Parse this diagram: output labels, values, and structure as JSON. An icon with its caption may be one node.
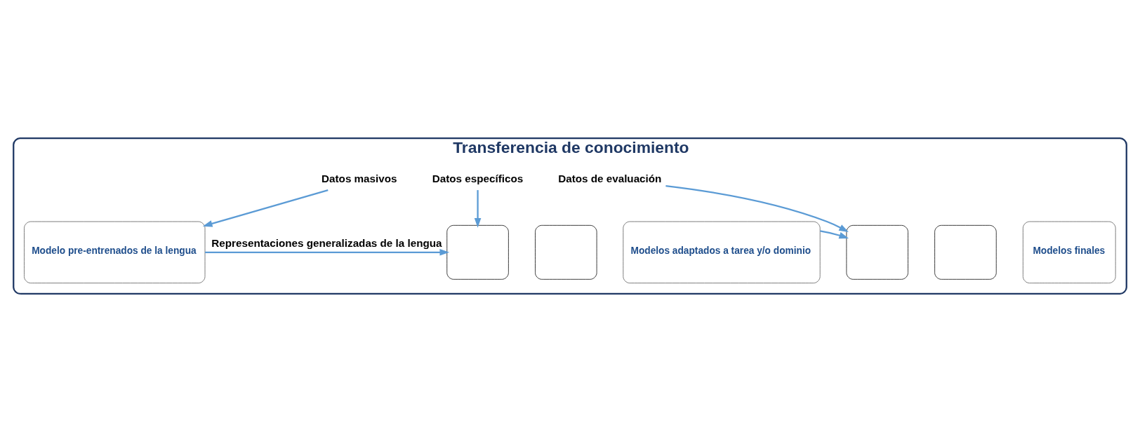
{
  "diagram": {
    "nodes": [
      {
        "text": [
          "Transferencia de conocimiento"
        ]
      },
      {
        "text": [
          "Datos masivos"
        ],
        "in": 0
      },
      {
        "text": [
          "Modelo pre-entrenados de la lengua"
        ],
        "in": 0
      },
      {
        "text": [
          "Datos específicos"
        ],
        "in": 0
      },
      {
        "text": [],
        "shape": "box",
        "in": 0
      },
      {
        "text": [],
        "shape": "box",
        "in": 0
      },
      {
        "text": [
          "Modelos adaptados a tarea y/o dominio"
        ],
        "in": 0
      },
      {
        "text": [
          "Datos de evaluación"
        ],
        "in": 0
      },
      {
        "text": [],
        "shape": "box",
        "in": 0
      },
      {
        "text": [],
        "shape": "box",
        "in": 0
      },
      {
        "text": [
          "Modelos finales"
        ],
        "in": 0
      }
    ],
    "edges": [
      {
        "from": 1,
        "to": 2,
        "arrow": "to"
      },
      {
        "from": 2,
        "to": 4,
        "arrow": "to",
        "label": "Representaciones generalizadas de la lengua"
      },
      {
        "from": 3,
        "to": 4,
        "arrow": "to"
      },
      {
        "from": 6,
        "to": 8,
        "arrow": "to"
      },
      {
        "from": 7,
        "to": 8,
        "arrow": "to"
      }
    ]
  }
}
